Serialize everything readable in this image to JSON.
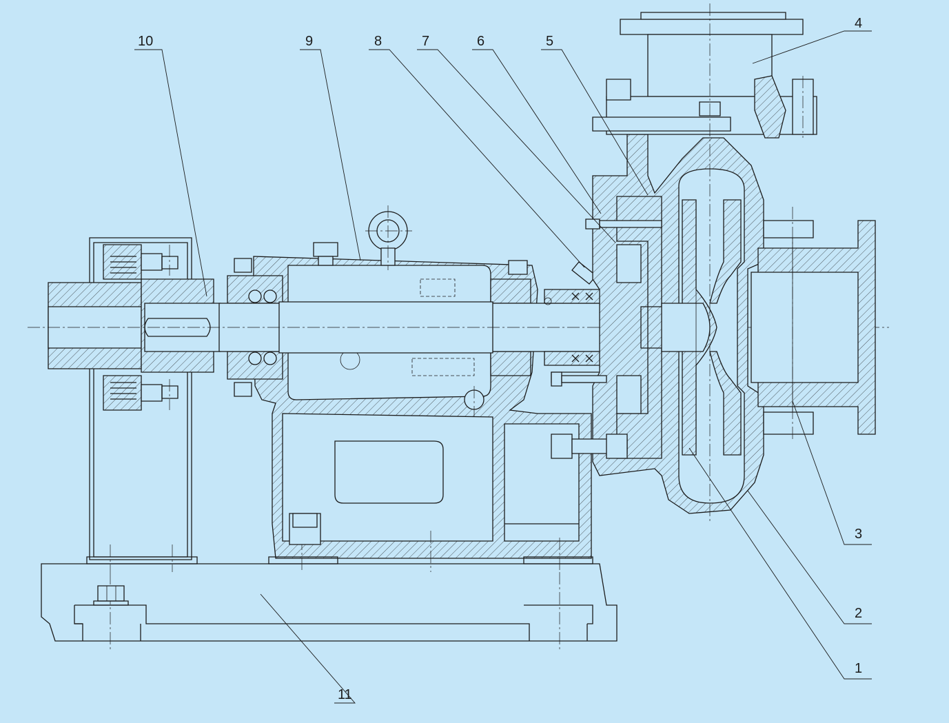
{
  "colors": {
    "background": "#c5e6f8",
    "line": "#1c1c1c"
  },
  "labels": [
    {
      "id": "part-1",
      "text": "1"
    },
    {
      "id": "part-2",
      "text": "2"
    },
    {
      "id": "part-3",
      "text": "3"
    },
    {
      "id": "part-4",
      "text": "4"
    },
    {
      "id": "part-5",
      "text": "5"
    },
    {
      "id": "part-6",
      "text": "6"
    },
    {
      "id": "part-7",
      "text": "7"
    },
    {
      "id": "part-8",
      "text": "8"
    },
    {
      "id": "part-9",
      "text": "9"
    },
    {
      "id": "part-10",
      "text": "10"
    },
    {
      "id": "part-11",
      "text": "11"
    }
  ]
}
